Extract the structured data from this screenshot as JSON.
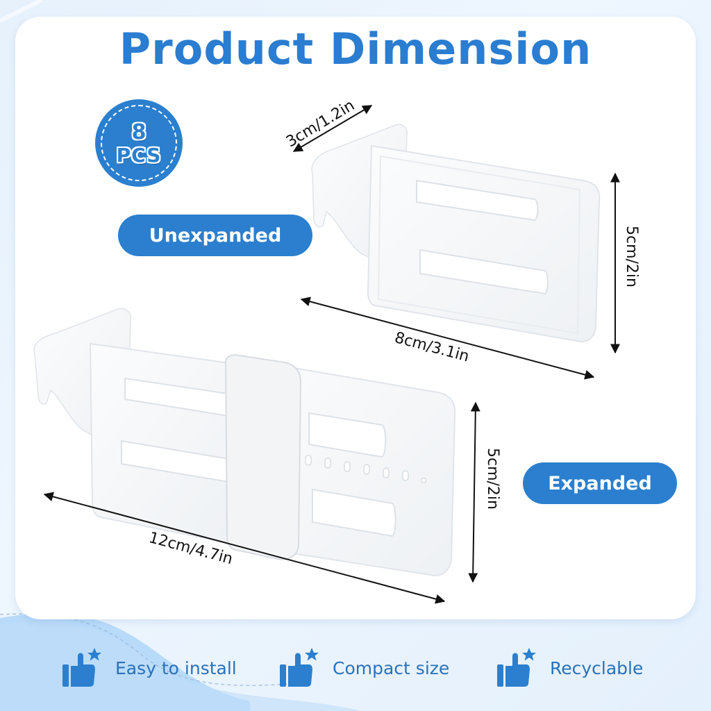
{
  "header": {
    "title": "Product Dimension"
  },
  "badge": {
    "quantity": "8",
    "unit": "PCS"
  },
  "states": {
    "unexpanded_label": "Unexpanded",
    "expanded_label": "Expanded"
  },
  "dimensions": {
    "unexpanded": {
      "depth": "3cm/1.2in",
      "height": "5cm/2in",
      "length": "8cm/3.1in"
    },
    "expanded": {
      "height": "5cm/2in",
      "length": "12cm/4.7in"
    }
  },
  "features": [
    {
      "icon": "thumbs-up-star-icon",
      "label": "Easy to install"
    },
    {
      "icon": "thumbs-up-star-icon",
      "label": "Compact size"
    },
    {
      "icon": "thumbs-up-star-icon",
      "label": "Recyclable"
    }
  ],
  "colors": {
    "brand_blue": "#2b7fce",
    "title_blue": "#2a7dd0",
    "feature_text": "#2a72b8",
    "background": "#e6f1fc",
    "card": "#ffffff"
  }
}
